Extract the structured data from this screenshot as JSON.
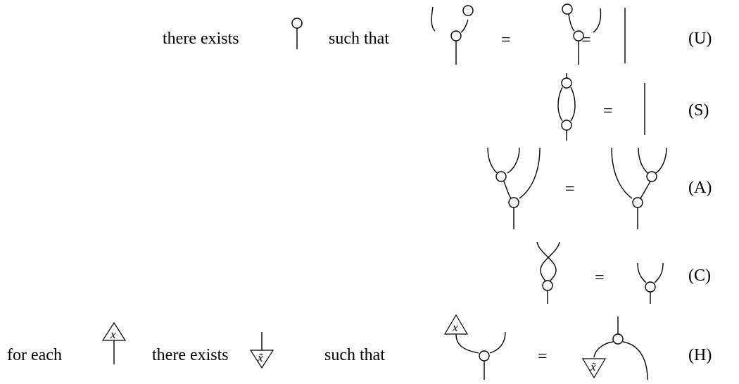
{
  "rows": {
    "U": {
      "text_left": "there exists",
      "text_mid": "such that",
      "equals": [
        "=",
        "="
      ],
      "label": "(U)"
    },
    "S": {
      "equals": [
        "="
      ],
      "label": "(S)"
    },
    "A": {
      "equals": [
        "="
      ],
      "label": "(A)"
    },
    "C": {
      "equals": [
        "="
      ],
      "label": "(C)"
    },
    "H": {
      "text_left": "for each",
      "text_mid": "there exists",
      "text_right": "such that",
      "equals": [
        "="
      ],
      "label": "(H)"
    }
  },
  "symbols": {
    "x": "x",
    "x_tilde": "x̃"
  }
}
